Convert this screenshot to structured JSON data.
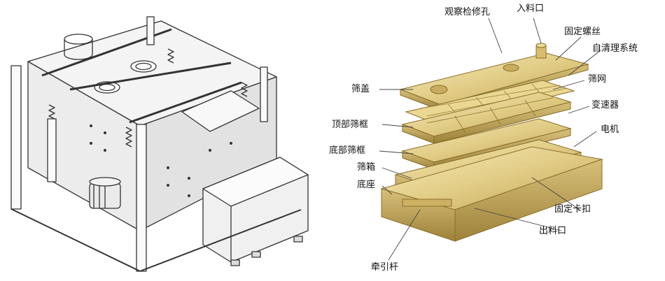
{
  "labels": {
    "guancha": "观察检修孔",
    "ruliao": "入料口",
    "guding_luosi": "固定螺丝",
    "ziqingli": "自清理系统",
    "shaigai": "筛盖",
    "shaiwang": "筛网",
    "dingbu": "顶部筛框",
    "biansuqi": "变速器",
    "dianji": "电机",
    "dibu": "底部筛框",
    "shaixiang": "筛箱",
    "dizuo": "底座",
    "guding_kakou": "固定卡扣",
    "chuliao": "出料口",
    "qianyin": "牵引杆"
  },
  "colors": {
    "brass_light": "#f0e2a8",
    "brass_mid": "#d9c176",
    "brass_dark": "#a88c3e",
    "line_art": "#333333"
  }
}
